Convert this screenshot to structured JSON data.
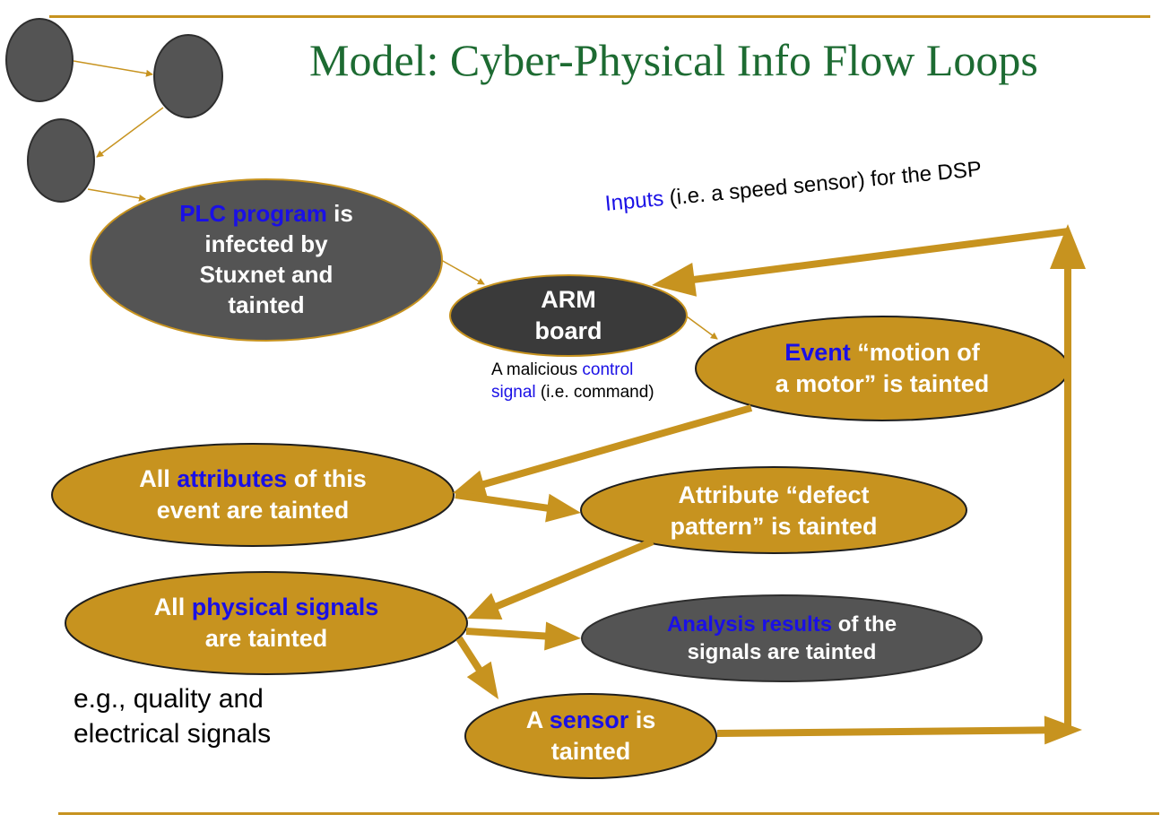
{
  "title": "Model: Cyber-Physical Info Flow Loops",
  "colors": {
    "accent_gold": "#c7931f",
    "dark_node": "#545454",
    "arm_node": "#3a3a3a",
    "title_green": "#1d6b32",
    "highlight_blue": "#1a10e6"
  },
  "nodes": {
    "plc": {
      "hl": "PLC program",
      "rest": " is",
      "line2": "infected by",
      "line3": "Stuxnet and",
      "line4": "tainted"
    },
    "arm": {
      "line1": "ARM",
      "line2": "board"
    },
    "event": {
      "hl": "Event",
      "rest": " “motion of",
      "line2": "a motor” is tainted"
    },
    "attributes": {
      "pre": "All ",
      "hl": "attributes",
      "rest": " of this",
      "line2": "event are tainted"
    },
    "defect": {
      "line1": "Attribute “defect",
      "line2": "pattern” is tainted"
    },
    "physical": {
      "pre": "All ",
      "hl": "physical signals",
      "line2": "are tainted"
    },
    "analysis": {
      "hl": "Analysis results",
      "rest": " of the",
      "line2": "signals are tainted"
    },
    "sensor": {
      "pre": "A ",
      "hl": "sensor",
      "rest": " is",
      "line2": "tainted"
    }
  },
  "notes": {
    "inputs": {
      "hl": "Inputs",
      "rest": " (i.e. a speed sensor) for the DSP"
    },
    "malicious": {
      "pre": "A malicious ",
      "hl1": "control",
      "hl2": "signal",
      "rest": " (i.e. command)"
    },
    "example": {
      "line1": "e.g., quality and",
      "line2": "electrical signals"
    }
  }
}
